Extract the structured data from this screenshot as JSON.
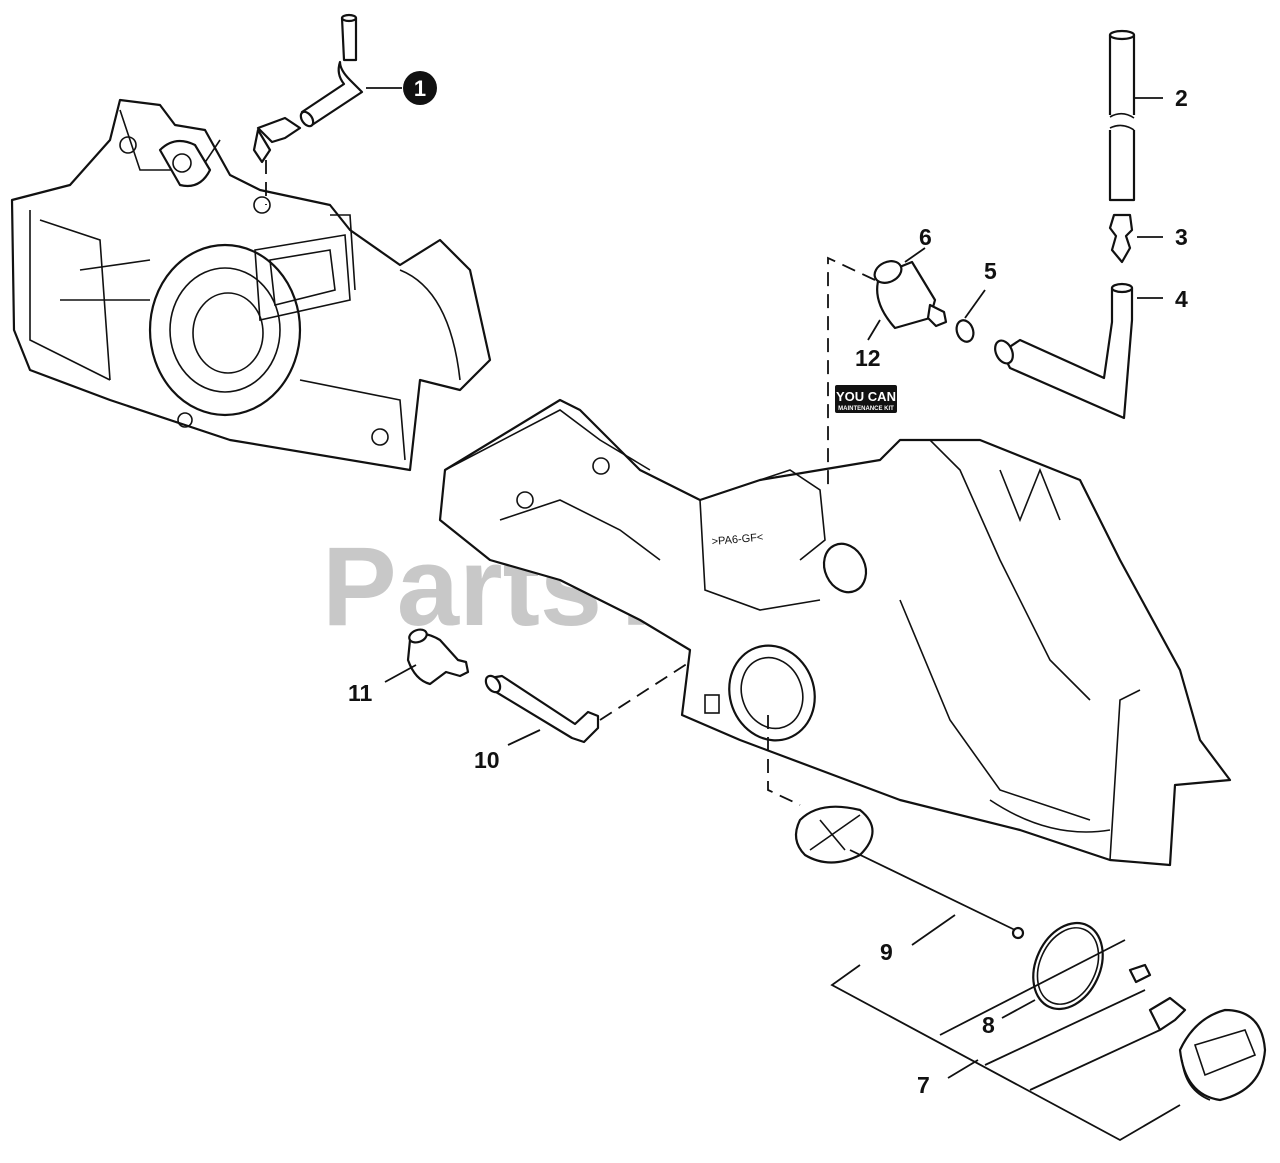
{
  "watermark": "PartsTree",
  "badge": {
    "line1": "YOU CAN",
    "line2": "MAINTENANCE KIT"
  },
  "callouts": {
    "c1": "1",
    "c2": "2",
    "c3": "3",
    "c4": "4",
    "c5": "5",
    "c6": "6",
    "c7": "7",
    "c8": "8",
    "c9": "9",
    "c10": "10",
    "c11": "11",
    "c12": "12"
  },
  "colors": {
    "line": "#111111",
    "watermark": "#c8c8c8",
    "background": "#ffffff"
  }
}
